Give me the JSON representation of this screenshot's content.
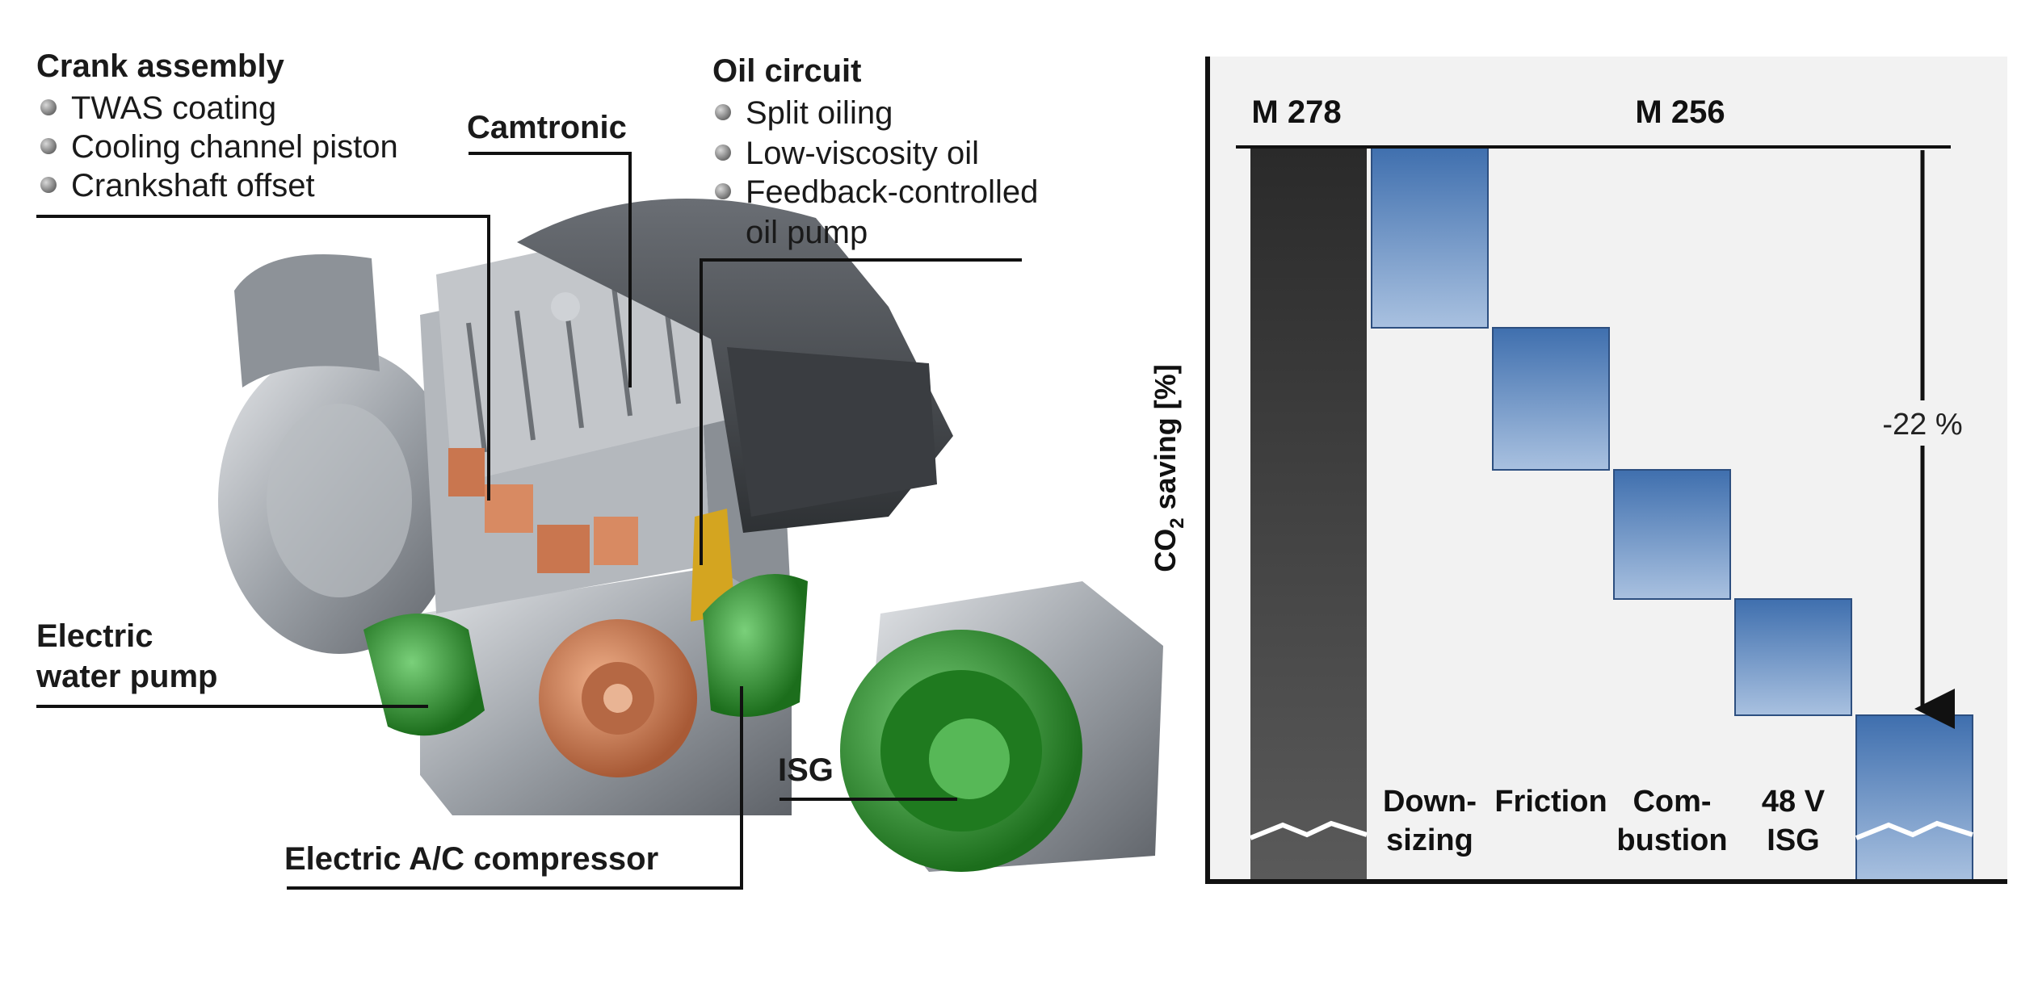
{
  "annotations": {
    "crank_assembly": {
      "title": "Crank assembly",
      "items": [
        "TWAS coating",
        "Cooling channel piston",
        "Crankshaft offset"
      ]
    },
    "camtronic": {
      "title": "Camtronic"
    },
    "oil_circuit": {
      "title": "Oil circuit",
      "items": [
        "Split oiling",
        "Low-viscosity oil",
        "Feedback-controlled",
        "oil pump"
      ]
    },
    "electric_water_pump": {
      "line1": "Electric",
      "line2": "water pump"
    },
    "isg": {
      "title": "ISG"
    },
    "electric_ac_compressor": {
      "title": "Electric A/C compressor"
    }
  },
  "colors": {
    "copper": "#c9764f",
    "green": "#2f9a2f",
    "oil": "#d4a520",
    "engine_gray": "#9a9fa6",
    "bar_blue": "#4f80bf",
    "bar_dark": "#3a3a3a"
  },
  "chart_data": {
    "type": "bar",
    "chart_kind": "waterfall",
    "ylabel_main": "CO",
    "ylabel_sub": "2",
    "ylabel_rest": " saving [%]",
    "groups": [
      "M 278",
      "M 256"
    ],
    "categories": [
      "",
      "Down-\nsizing",
      "Friction",
      "Com-\nbustion",
      "48 V\nISG",
      ""
    ],
    "values": [
      100,
      -7,
      -5.5,
      -5,
      -4.5,
      78
    ],
    "base_start": 100,
    "base_end": 100,
    "total_change_label": "-22 %",
    "ylim": [
      0,
      100
    ],
    "axis_break": true,
    "grid": false
  }
}
